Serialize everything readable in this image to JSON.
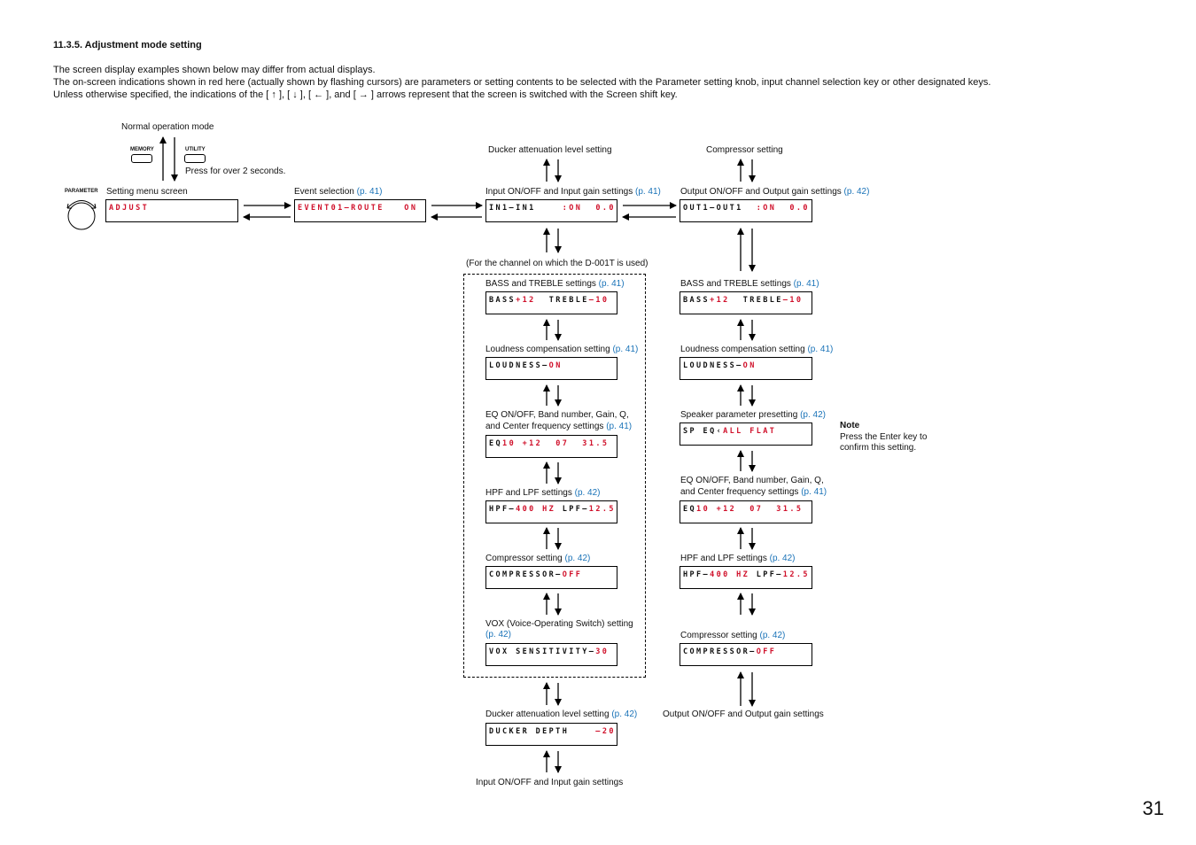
{
  "section_title": "11.3.5. Adjustment mode setting",
  "intro": [
    "The screen display examples shown below may differ from actual displays.",
    "The on-screen indications shown in red here (actually shown by flashing cursors) are parameters or setting contents to be selected with the Parameter setting knob, input channel selection key or other designated keys.",
    "Unless otherwise specified, the indications of the [ ↑ ], [ ↓ ], [ ← ], and [ → ] arrows represent that the screen is switched with the Screen shift key."
  ],
  "normal_mode": "Normal operation mode",
  "memory_label": "MEMORY",
  "utility_label": "UTILITY",
  "press_text": "Press for over 2 seconds.",
  "parameter_label": "PARAMETER",
  "setting_menu": {
    "label": "Setting menu screen",
    "display": "ADJUST"
  },
  "event": {
    "label": "Event selection",
    "ref": "(p. 41)",
    "display_a": "EVENT01–ROUTE",
    "display_b": "ON"
  },
  "ducker_top": "Ducker attenuation level setting",
  "compressor_top": "Compressor setting",
  "input_gain": {
    "label": "Input ON/OFF and Input gain settings",
    "ref": "(p. 41)",
    "display_a": "IN1–IN1",
    "display_b": ":ON",
    "display_c": "0.0"
  },
  "output_gain": {
    "label": "Output ON/OFF and Output gain settings",
    "ref": "(p. 42)",
    "display_a": "OUT1–OUT1",
    "display_b": ":ON",
    "display_c": "0.0"
  },
  "d001t_note": "(For the channel on which the D-001T is used)",
  "left_col": {
    "bass": {
      "label": "BASS and TREBLE settings",
      "ref": "(p. 41)",
      "d1": "BASS",
      "d2": "+12",
      "d3": "TREBLE",
      "d4": "–10"
    },
    "loud": {
      "label": "Loudness compensation setting",
      "ref": "(p. 41)",
      "d1": "LOUDNESS–",
      "d2": "ON"
    },
    "eq": {
      "label1": "EQ ON/OFF, Band number, Gain, Q,",
      "label2": "and Center frequency settings",
      "ref": "(p. 41)",
      "d1": "EQ",
      "d2": "10",
      "d3": "+12  07",
      "d4": "31.5"
    },
    "hpf": {
      "label": "HPF and LPF settings",
      "ref": "(p. 42)",
      "d1": "HPF–",
      "d2": "400 HZ",
      "d3": "LPF–",
      "d4": "12.5"
    },
    "comp": {
      "label": "Compressor setting",
      "ref": "(p. 42)",
      "d1": "COMPRESSOR–",
      "d2": "OFF"
    },
    "vox": {
      "label1": "VOX (Voice-Operating Switch) setting",
      "ref": "(p. 42)",
      "d1": "VOX SENSITIVITY–",
      "d2": "30"
    },
    "ducker": {
      "label": "Ducker attenuation level setting",
      "ref": "(p. 42)",
      "d1": "DUCKER DEPTH",
      "d2": "–20"
    },
    "bottom": "Input ON/OFF and Input gain settings"
  },
  "right_col": {
    "bass": {
      "label": "BASS and TREBLE settings",
      "ref": "(p. 41)",
      "d1": "BASS",
      "d2": "+12",
      "d3": "TREBLE",
      "d4": "–10"
    },
    "loud": {
      "label": "Loudness compensation setting",
      "ref": "(p. 41)",
      "d1": "LOUDNESS–",
      "d2": "ON"
    },
    "sp": {
      "label": "Speaker parameter presetting",
      "ref": "(p. 42)",
      "d1": "SP EQ",
      "d2": "ALL FLAT"
    },
    "eq": {
      "label1": "EQ ON/OFF, Band number, Gain, Q,",
      "label2": "and Center frequency settings",
      "ref": "(p. 41)",
      "d1": "EQ",
      "d2": "10",
      "d3": "+12  07",
      "d4": "31.5"
    },
    "hpf": {
      "label": "HPF and LPF settings",
      "ref": "(p. 42)",
      "d1": "HPF–",
      "d2": "400 HZ",
      "d3": "LPF–",
      "d4": "12.5"
    },
    "comp": {
      "label": "Compressor setting",
      "ref": "(p. 42)",
      "d1": "COMPRESSOR–",
      "d2": "OFF"
    },
    "bottom": "Output ON/OFF and Output gain settings"
  },
  "note": {
    "title": "Note",
    "line1": "Press the Enter key to",
    "line2": "confirm this setting."
  },
  "page_number": "31",
  "colors": {
    "highlight": "#d0112b",
    "reference": "#1a73b8"
  }
}
